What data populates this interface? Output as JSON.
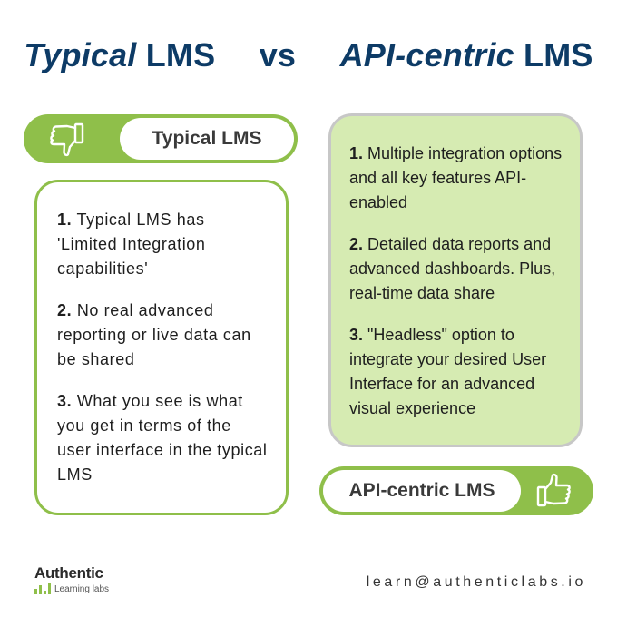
{
  "title": {
    "left_italic": "Typical",
    "left_rest": "LMS",
    "vs": "vs",
    "right_italic": "API-centric",
    "right_rest": "LMS"
  },
  "left_panel": {
    "pill_label": "Typical LMS",
    "icon": "thumbs-down-icon",
    "items": [
      {
        "num": "1.",
        "text": "Typical LMS has 'Limited Integration capabilities'"
      },
      {
        "num": "2.",
        "text": "No real advanced reporting or live data can be shared"
      },
      {
        "num": "3.",
        "text": "What you see is what you get in terms of the user interface in the typical LMS"
      }
    ]
  },
  "right_panel": {
    "pill_label": "API-centric LMS",
    "icon": "thumbs-up-icon",
    "items": [
      {
        "num": "1.",
        "text": "Multiple integration options and all key features API-enabled"
      },
      {
        "num": "2.",
        "text": "Detailed data reports and advanced dashboards. Plus, real-time data share"
      },
      {
        "num": "3.",
        "text": "\"Headless\" option to integrate your desired User Interface for an advanced visual experience"
      }
    ]
  },
  "footer": {
    "brand": "Authentic",
    "brand_sub": "Learning labs",
    "email": "learn@authenticlabs.io"
  },
  "colors": {
    "title": "#0d3b66",
    "accent_green": "#8fbf4a",
    "panel_fill": "#d6ebb2"
  }
}
